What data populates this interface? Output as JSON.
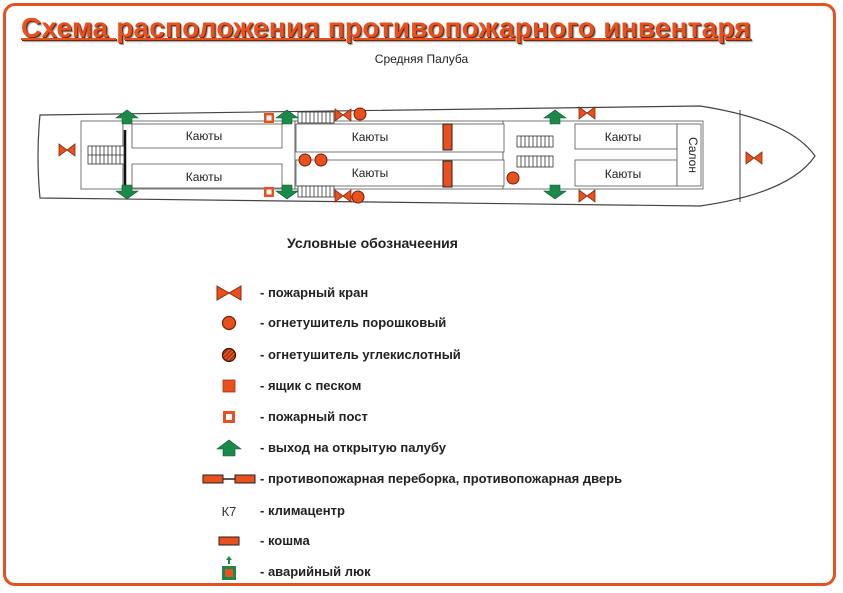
{
  "title": "Схема расположения противопожарного инвентаря",
  "deck_label": "Средняя Палуба",
  "rooms": {
    "cabins_1": "Каюты",
    "cabins_2": "Каюты",
    "cabins_3": "Каюты",
    "cabins_4": "Каюты",
    "cabins_5": "Каюты",
    "cabins_6": "Каюты",
    "salon": "Салон"
  },
  "legend": {
    "title": "Условные обозначеения",
    "items": [
      {
        "icon": "fire-hydrant",
        "label": "- пожарный кран"
      },
      {
        "icon": "powder-extinguisher",
        "label": "- огнетушитель порошковый"
      },
      {
        "icon": "co2-extinguisher",
        "label": "- огнетушитель  углекислотный"
      },
      {
        "icon": "sand-box",
        "label": "- ящик с песком"
      },
      {
        "icon": "fire-post",
        "label": "- пожарный пост"
      },
      {
        "icon": "exit-arrow",
        "label": "- выход на открытую палубу"
      },
      {
        "icon": "fire-partition",
        "label": "- противопожарная переборка, противопожарная дверь"
      },
      {
        "icon": "k7",
        "symbol_text": "К7",
        "label": "- климацентр"
      },
      {
        "icon": "fire-blanket",
        "label": "- кошма"
      },
      {
        "icon": "emergency-hatch",
        "label": "- аварийный люк"
      }
    ]
  },
  "colors": {
    "accent": "#e8501e",
    "arrow": "#1a8a4a",
    "outline": "#555555"
  }
}
